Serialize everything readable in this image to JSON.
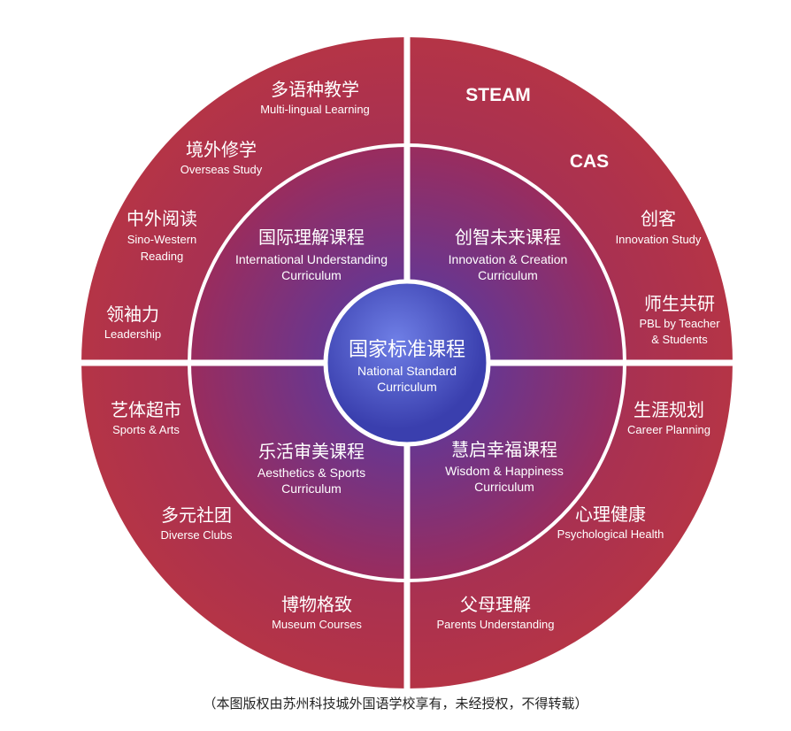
{
  "colors": {
    "outer_ring_center": "#8e2a6a",
    "outer_ring_edge": "#b53446",
    "middle_ring_center": "#4b3cae",
    "middle_ring_edge": "#9b2c5c",
    "core_center": "#6f7fe6",
    "core_edge": "#3a3fae",
    "divider": "#ffffff",
    "caption": "#222222"
  },
  "center": {
    "zh": "国家标准课程",
    "en_line1": "National Standard",
    "en_line2": "Curriculum"
  },
  "middle": {
    "top_left": {
      "zh": "国际理解课程",
      "en_line1": "International Understanding",
      "en_line2": "Curriculum"
    },
    "top_right": {
      "zh": "创智未来课程",
      "en_line1": "Innovation & Creation",
      "en_line2": "Curriculum"
    },
    "bottom_left": {
      "zh": "乐活审美课程",
      "en_line1": "Aesthetics & Sports",
      "en_line2": "Curriculum"
    },
    "bottom_right": {
      "zh": "慧启幸福课程",
      "en_line1": "Wisdom & Happiness",
      "en_line2": "Curriculum"
    }
  },
  "outer": {
    "multilingual": {
      "zh": "多语种教学",
      "en_line1": "Multi-lingual Learning"
    },
    "overseas": {
      "zh": "境外修学",
      "en_line1": "Overseas Study"
    },
    "sino_western": {
      "zh": "中外阅读",
      "en_line1": "Sino-Western",
      "en_line2": "Reading"
    },
    "leadership": {
      "zh": "领袖力",
      "en_line1": "Leadership"
    },
    "steam": {
      "zh": "STEAM"
    },
    "cas": {
      "zh": "CAS"
    },
    "innovation": {
      "zh": "创客",
      "en_line1": "Innovation Study"
    },
    "pbl": {
      "zh": "师生共研",
      "en_line1": "PBL by Teacher",
      "en_line2": "& Students"
    },
    "sports_arts": {
      "zh": "艺体超市",
      "en_line1": "Sports & Arts"
    },
    "diverse_clubs": {
      "zh": "多元社团",
      "en_line1": "Diverse Clubs"
    },
    "museum": {
      "zh": "博物格致",
      "en_line1": "Museum Courses"
    },
    "career": {
      "zh": "生涯规划",
      "en_line1": "Career Planning"
    },
    "psych": {
      "zh": "心理健康",
      "en_line1": "Psychological Health"
    },
    "parents": {
      "zh": "父母理解",
      "en_line1": "Parents Understanding"
    }
  },
  "caption": "（本图版权由苏州科技城外国语学校享有，未经授权，不得转载）"
}
